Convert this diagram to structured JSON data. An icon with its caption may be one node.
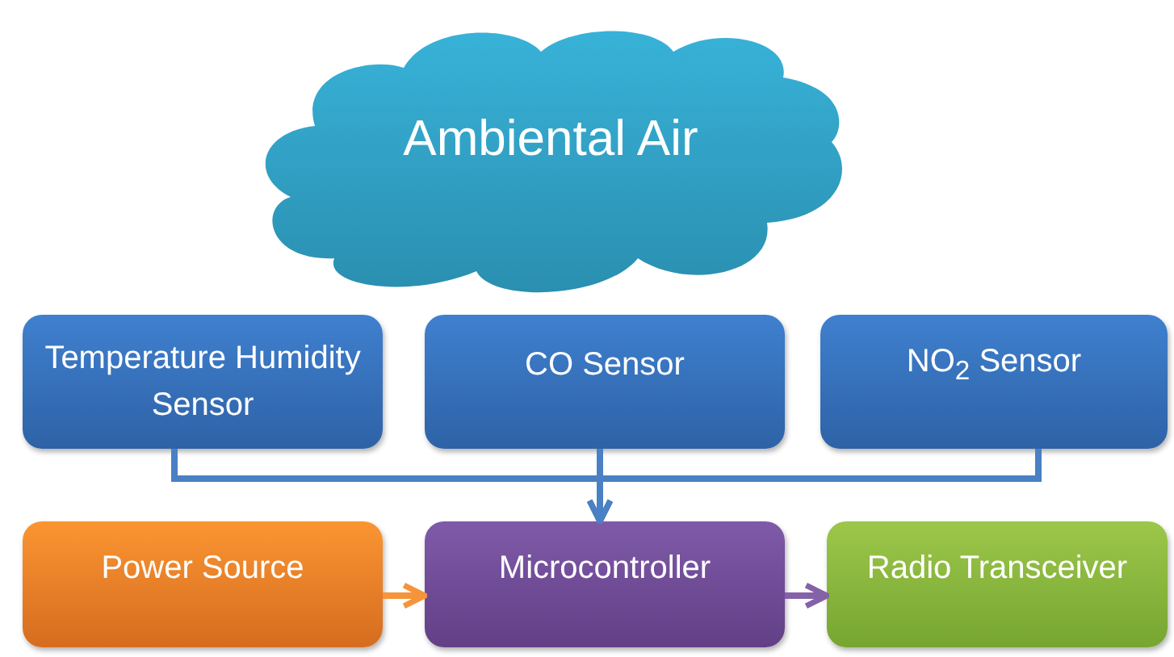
{
  "diagram": {
    "nodes": [
      {
        "text": [
          "Ambiental Air"
        ]
      },
      {
        "text": [
          "Temperature Humidity Sensor"
        ]
      },
      {
        "text": [
          "CO Sensor"
        ]
      },
      {
        "text": [
          "NO$_{2}$ Sensor"
        ]
      },
      {
        "text": [
          "Power Source"
        ]
      },
      {
        "text": [
          "Microcontroller"
        ]
      },
      {
        "text": [
          "Radio Transceiver"
        ]
      }
    ],
    "edges": [
      {
        "from": 1,
        "to": 5,
        "arrow": "to"
      },
      {
        "from": 2,
        "to": 5,
        "arrow": "to"
      },
      {
        "from": 3,
        "to": 5,
        "arrow": "to"
      },
      {
        "from": 4,
        "to": 5,
        "arrow": "to",
        "color": "#f5943a"
      },
      {
        "from": 5,
        "to": 6,
        "arrow": "to",
        "color": "#8562a8"
      }
    ]
  }
}
